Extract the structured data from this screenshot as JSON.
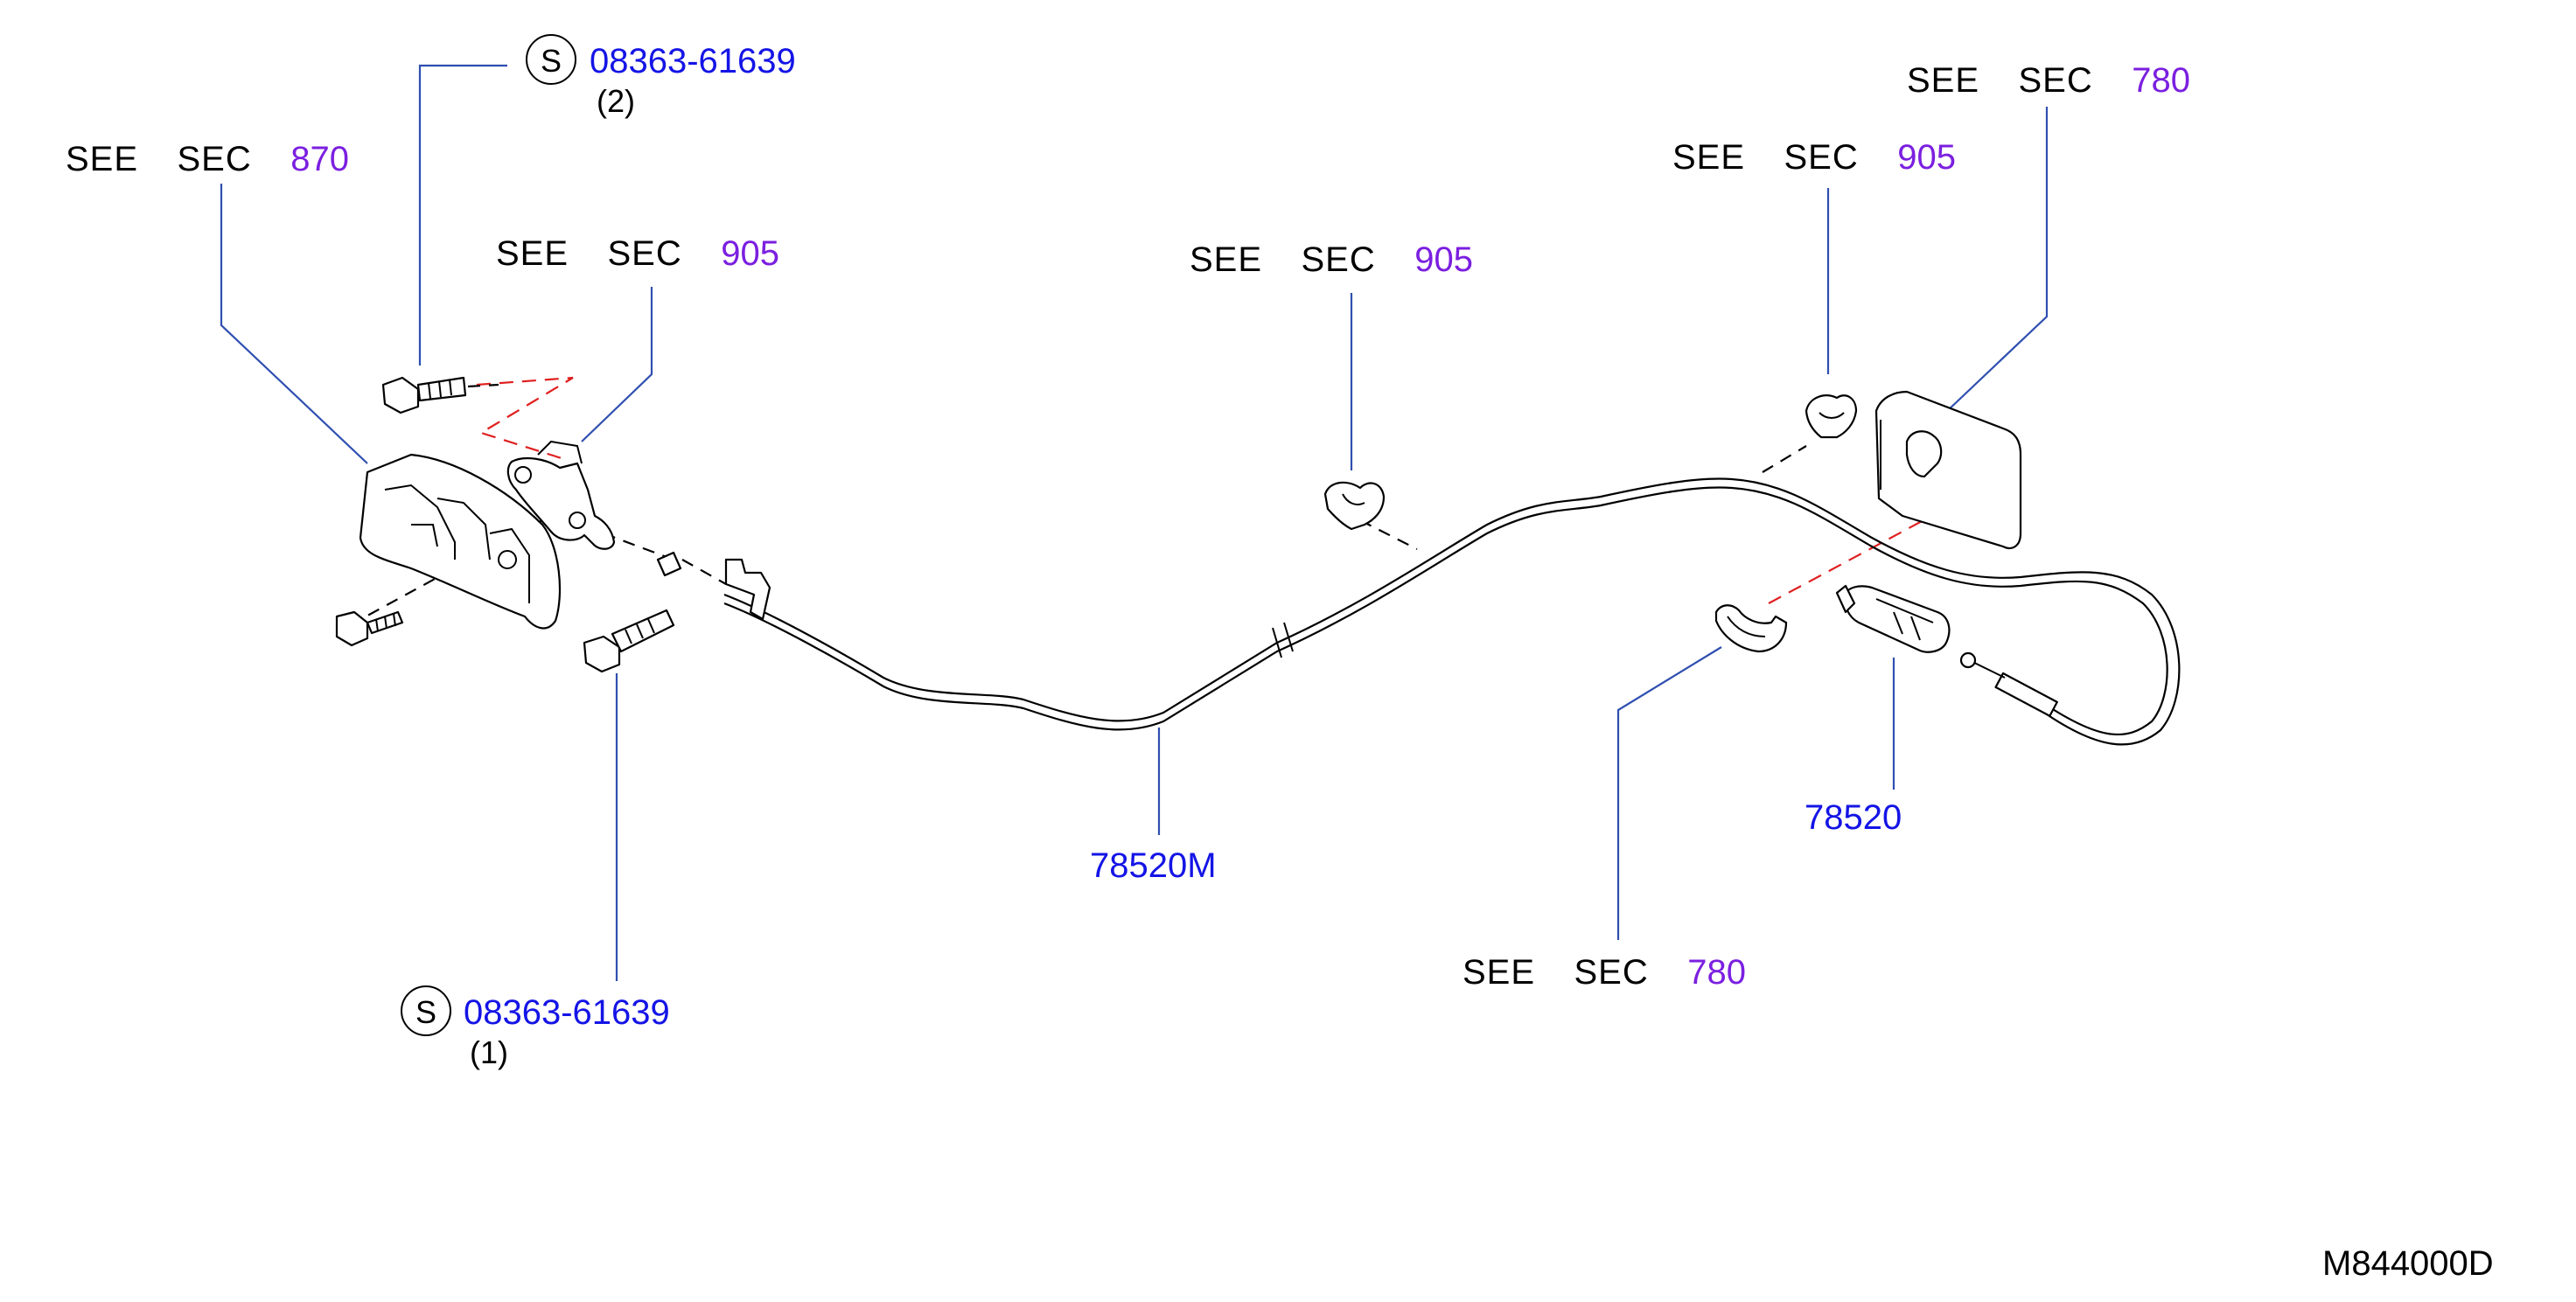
{
  "callouts": {
    "see_word": "SEE",
    "sec_word": "SEC",
    "refs": [
      {
        "number": "870"
      },
      {
        "number": "905"
      },
      {
        "number": "905"
      },
      {
        "number": "905"
      },
      {
        "number": "780"
      },
      {
        "number": "780"
      }
    ]
  },
  "parts": {
    "bolt_top": {
      "symbol": "S",
      "number": "08363-61639",
      "qty": "(2)"
    },
    "bolt_bottom": {
      "symbol": "S",
      "number": "08363-61639",
      "qty": "(1)"
    },
    "cable_main": "78520M",
    "handle": "78520"
  },
  "diagram_code": "M844000D",
  "colors": {
    "part_number": "#1414e6",
    "section_number": "#7b1fe0",
    "leader": "#2f4fb0",
    "assembly_line": "#e02020"
  }
}
